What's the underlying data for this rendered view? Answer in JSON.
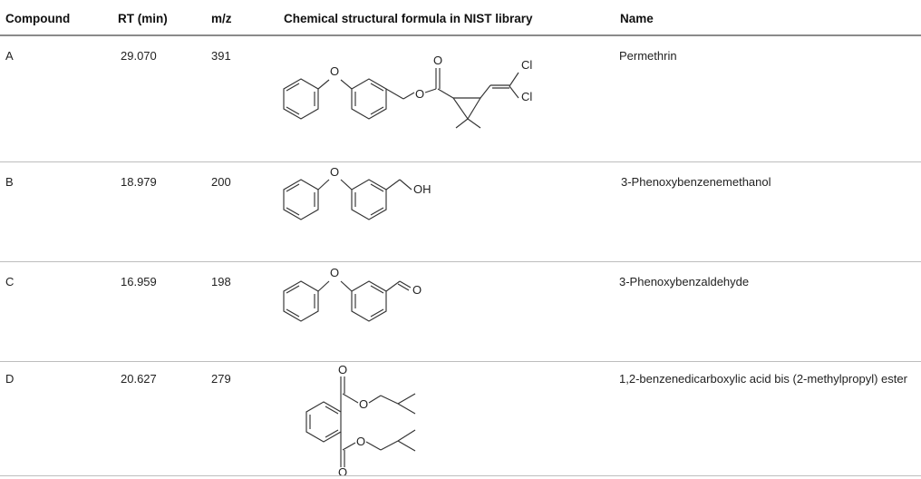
{
  "table": {
    "headers": {
      "compound": "Compound",
      "rt": "RT (min)",
      "mz": "m/z",
      "structure": "Chemical structural formula in NIST library",
      "name": "Name"
    },
    "rows": [
      {
        "compound": "A",
        "rt": "29.070",
        "mz": "391",
        "name": "Permethrin",
        "atoms": {
          "o1": "O",
          "o2": "O",
          "o3": "O",
          "cl1": "Cl",
          "cl2": "Cl"
        }
      },
      {
        "compound": "B",
        "rt": "18.979",
        "mz": "200",
        "name": "3-Phenoxybenzenemethanol",
        "atoms": {
          "o1": "O",
          "oh": "OH"
        }
      },
      {
        "compound": "C",
        "rt": "16.959",
        "mz": "198",
        "name": "3-Phenoxybenzaldehyde",
        "atoms": {
          "o1": "O",
          "o2": "O"
        }
      },
      {
        "compound": "D",
        "rt": "20.627",
        "mz": "279",
        "name": "1,2-benzenedicarboxylic acid bis (2-methylpropyl) ester",
        "atoms": {
          "o1": "O",
          "o2": "O",
          "o3": "O",
          "o4": "O"
        }
      }
    ]
  }
}
